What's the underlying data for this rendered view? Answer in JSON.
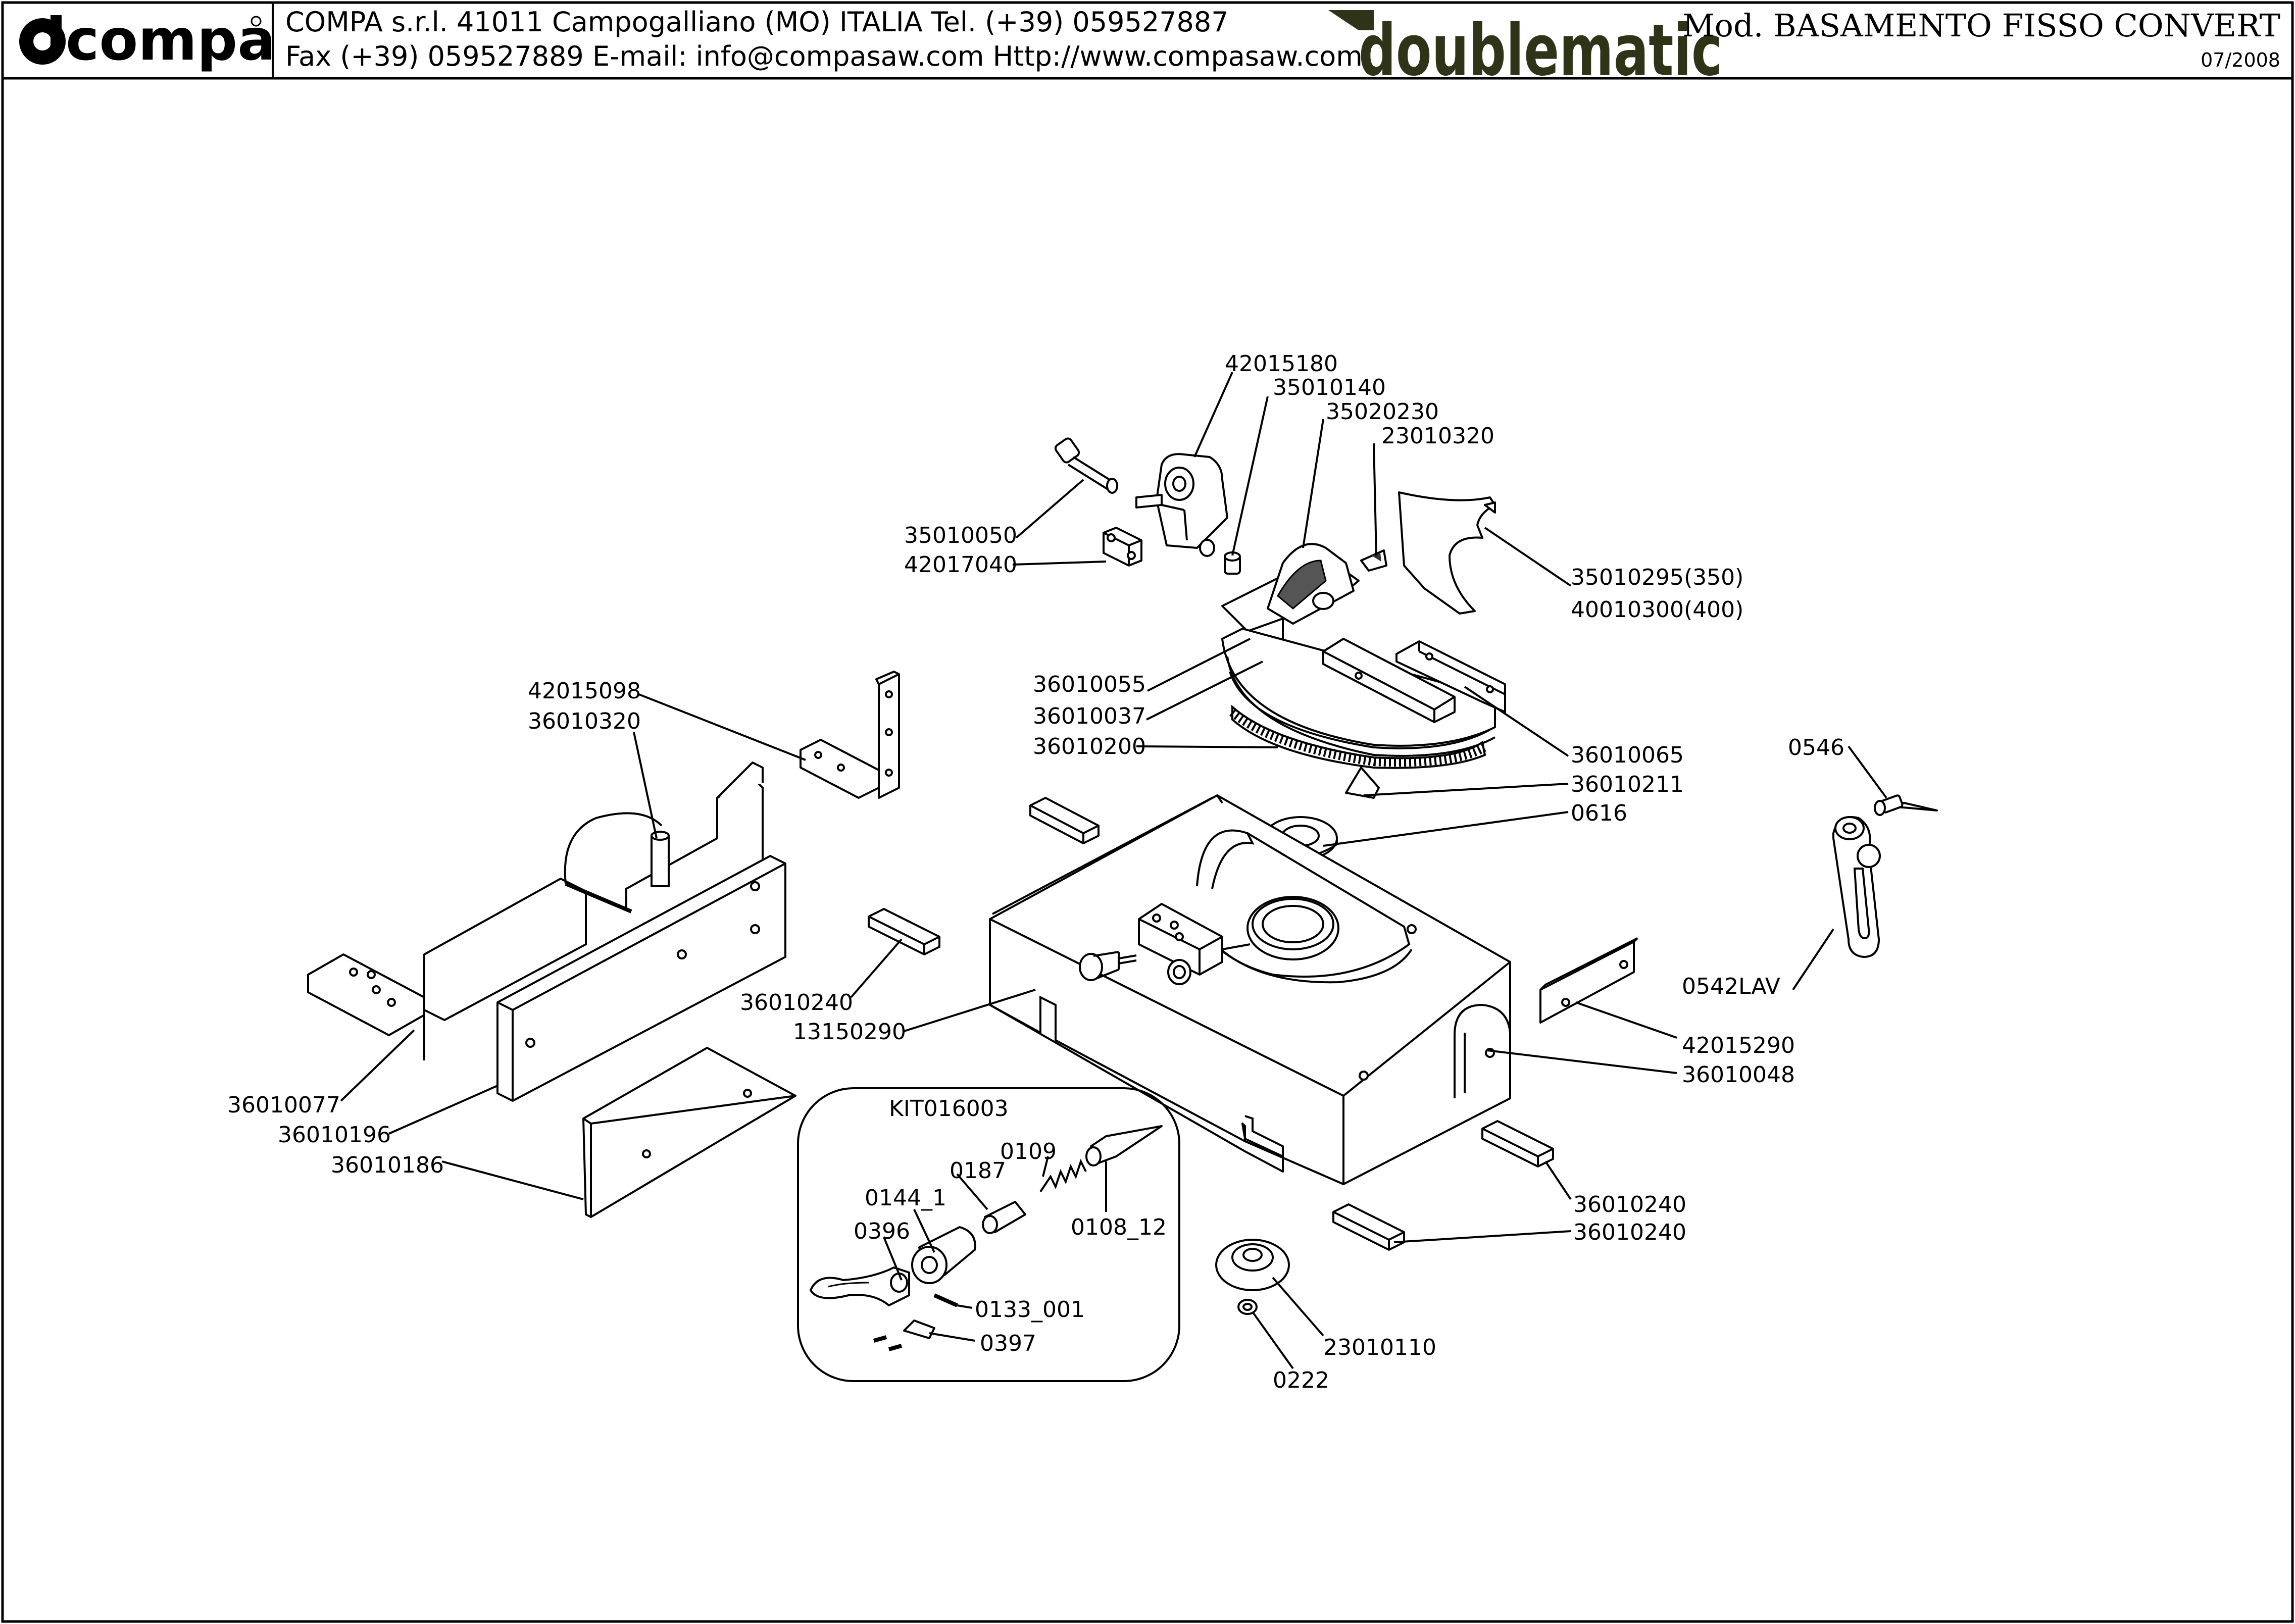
{
  "header": {
    "logo_text": "compa",
    "company_line": "COMPA s.r.l. 41011 Campogalliano (MO) ITALIA Tel. (+39) 059527887",
    "contact_line": "Fax (+39) 059527889 E-mail: info@compasaw.com Http://www.compasaw.com",
    "brand_text": "doublematic",
    "model_line": "Mod. BASAMENTO FISSO CONVERT",
    "date": "07/2008"
  },
  "labels": {
    "l42015180": "42015180",
    "l35010140": "35010140",
    "l35020230": "35020230",
    "l23010320": "23010320",
    "l35010050": "35010050",
    "l42017040": "42017040",
    "l35010295": "35010295(350)",
    "l40010300": "40010300(400)",
    "l36010055": "36010055",
    "l36010037": "36010037",
    "l36010200": "36010200",
    "l36010065": "36010065",
    "l36010211": "36010211",
    "l0616": "0616",
    "l0546": "0546",
    "l42015098": "42015098",
    "l36010320": "36010320",
    "l36010240a": "36010240",
    "l13150290": "13150290",
    "l0542LAV": "0542LAV",
    "l42015290": "42015290",
    "l36010048": "36010048",
    "l36010077": "36010077",
    "l36010196": "36010196",
    "l36010186": "36010186",
    "lKIT016003": "KIT016003",
    "l0109": "0109",
    "l0187": "0187",
    "l0144_1": "0144_1",
    "l0396": "0396",
    "l0108_12": "0108_12",
    "l0133_001": "0133_001",
    "l0397": "0397",
    "l36010240b": "36010240",
    "l36010240c": "36010240",
    "l23010110": "23010110",
    "l0222": "0222"
  },
  "colors": {
    "brand_olive": "#2f3318",
    "line": "#000000",
    "background": "#ffffff"
  }
}
